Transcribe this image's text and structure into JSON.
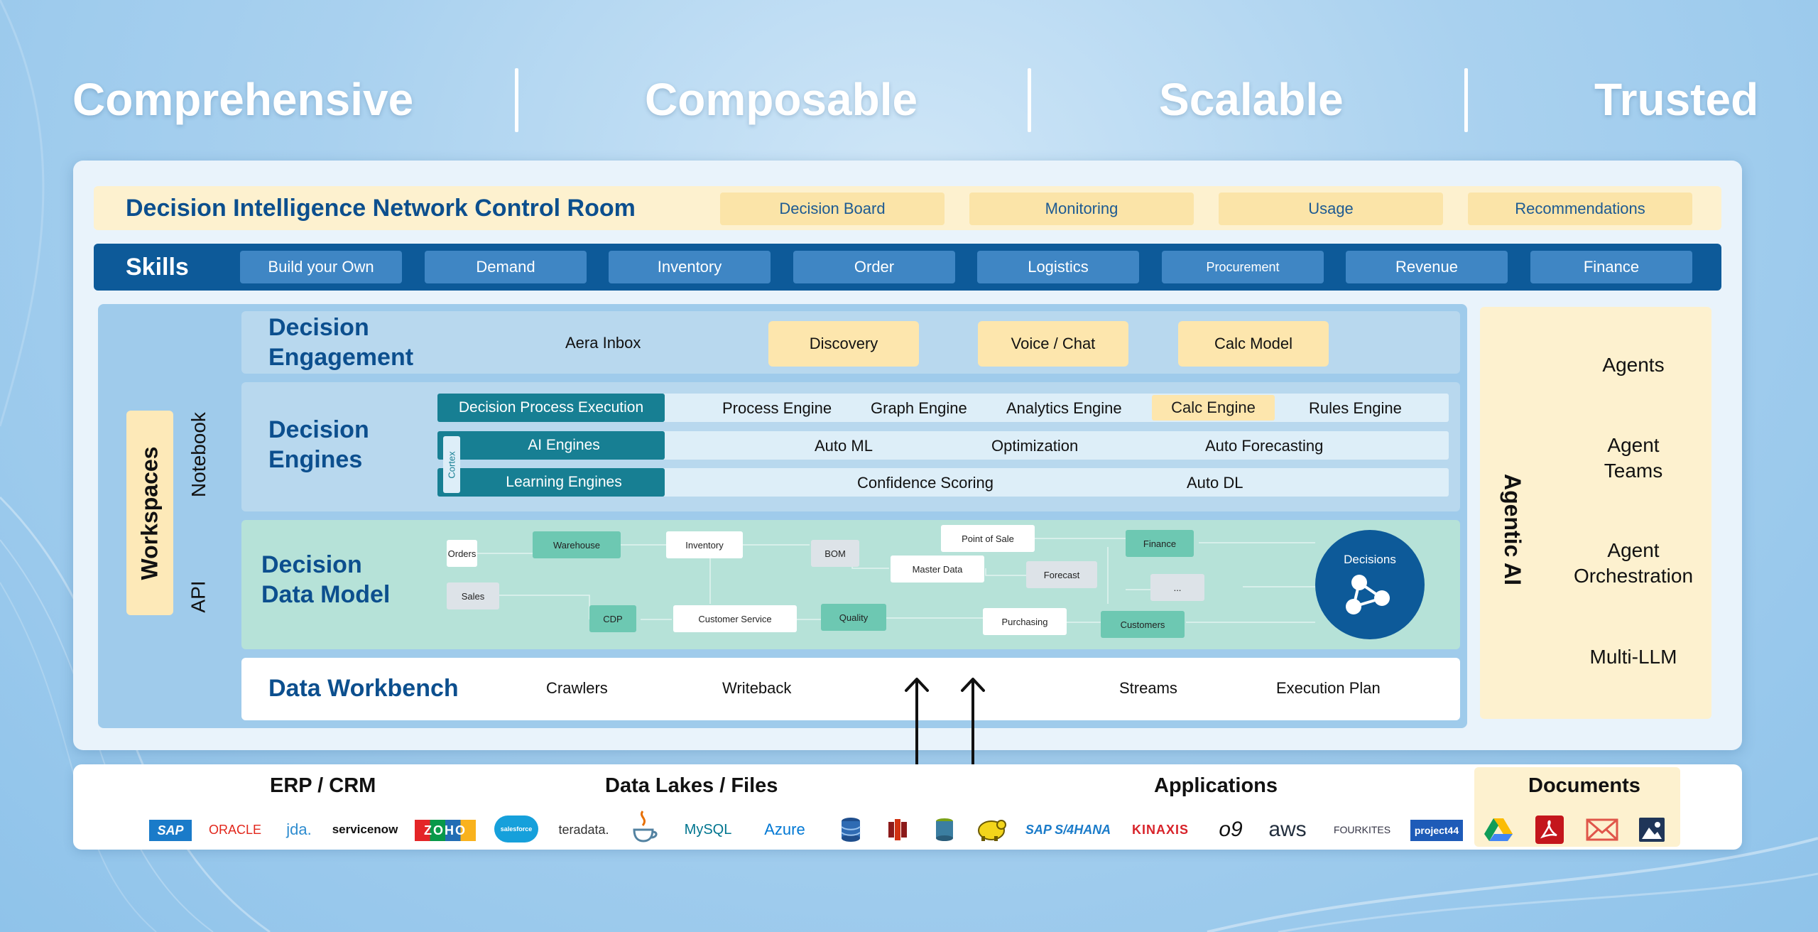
{
  "pillars": [
    "Comprehensive",
    "Composable",
    "Scalable",
    "Trusted"
  ],
  "control_room": {
    "title": "Decision Intelligence Network Control Room",
    "tabs": [
      "Decision Board",
      "Monitoring",
      "Usage",
      "Recommendations"
    ]
  },
  "skills": {
    "title": "Skills",
    "items": [
      "Build your Own",
      "Demand",
      "Inventory",
      "Order",
      "Logistics",
      "Procurement",
      "Revenue",
      "Finance"
    ]
  },
  "workspaces": {
    "title": "Workspaces",
    "labels": [
      "Notebook",
      "API"
    ]
  },
  "engagement": {
    "title_line1": "Decision",
    "title_line2": "Engagement",
    "inbox": "Aera Inbox",
    "buttons": [
      "Discovery",
      "Voice / Chat",
      "Calc Model"
    ]
  },
  "engines": {
    "title_line1": "Decision",
    "title_line2": "Engines",
    "cortex": "Cortex",
    "rows": [
      {
        "name": "Decision Process Execution",
        "items": [
          "Process Engine",
          "Graph Engine",
          "Analytics Engine",
          "Calc Engine",
          "Rules Engine"
        ]
      },
      {
        "name": "AI Engines",
        "items": [
          "Auto ML",
          "Optimization",
          "Auto Forecasting"
        ]
      },
      {
        "name": "Learning Engines",
        "items": [
          "Confidence Scoring",
          "Auto DL"
        ]
      }
    ]
  },
  "data_model": {
    "title_line1": "Decision",
    "title_line2": "Data Model",
    "nodes": [
      "Orders",
      "Warehouse",
      "Inventory",
      "BOM",
      "Point of Sale",
      "Finance",
      "Master Data",
      "Forecast",
      "Sales",
      "CDP",
      "Customer Service",
      "Quality",
      "Purchasing",
      "Customers",
      "..."
    ],
    "decisions": "Decisions"
  },
  "workbench": {
    "title": "Data Workbench",
    "items": [
      "Crawlers",
      "Writeback",
      "Streams",
      "Execution Plan"
    ]
  },
  "agentic": {
    "title": "Agentic AI",
    "items": [
      {
        "line1": "Agents",
        "line2": ""
      },
      {
        "line1": "Agent",
        "line2": "Teams"
      },
      {
        "line1": "Agent",
        "line2": "Orchestration"
      },
      {
        "line1": "Multi-LLM",
        "line2": ""
      }
    ]
  },
  "sources": {
    "categories": [
      "ERP / CRM",
      "Data Lakes / Files",
      "Applications",
      "Documents"
    ],
    "logos": [
      "SAP",
      "ORACLE",
      "jda.",
      "servicenow",
      "ZOHO",
      "salesforce",
      "teradata.",
      "Java",
      "MySQL",
      "Azure",
      "database-icon",
      "redshift-icon",
      "s3-icon",
      "hadoop-icon",
      "SAP S/4HANA",
      "KINAXIS",
      "o9",
      "aws",
      "FOURKITES",
      "project44",
      "drive-icon",
      "pdf-icon",
      "mail-icon",
      "image-icon"
    ]
  },
  "colors": {
    "navy": "#0d5a99",
    "teal": "#177f93",
    "cream": "#fdf1cf",
    "gold": "#fde6ad",
    "mint": "#b6e2d8",
    "light_blue": "#b8d8ee"
  }
}
